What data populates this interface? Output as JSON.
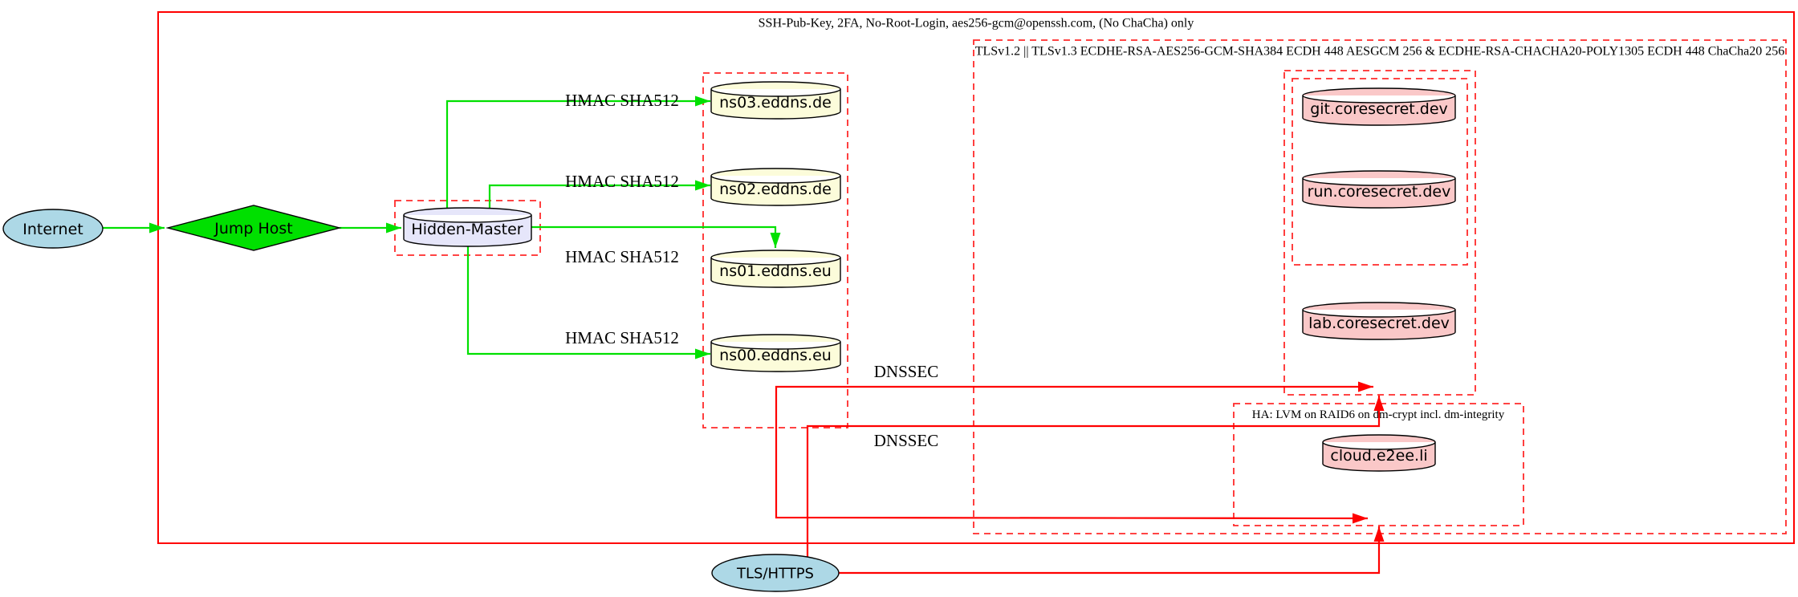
{
  "diagram": {
    "clusters": {
      "ssh": {
        "label": "SSH-Pub-Key, 2FA, No-Root-Login, aes256-gcm@openssh.com, (No ChaCha) only",
        "style": "solid-red"
      },
      "tls": {
        "label": "TLSv1.2 || TLSv1.3 ECDHE-RSA-AES256-GCM-SHA384 ECDH 448 AESGCM 256 & ECDHE-RSA-CHACHA20-POLY1305 ECDH 448 ChaCha20 256",
        "style": "dashed-red"
      },
      "ha": {
        "label": "HA: LVM on RAID6 on dm-crypt incl. dm-integrity",
        "style": "dashed-red"
      },
      "hidden_master_box": {
        "label": "",
        "style": "dashed-red"
      },
      "nameservers_box": {
        "label": "",
        "style": "dashed-red"
      },
      "coresecret_outer_box": {
        "label": "",
        "style": "dashed-red"
      },
      "coresecret_inner_box": {
        "label": "",
        "style": "dashed-red"
      }
    },
    "nodes": {
      "internet": {
        "label": "Internet",
        "shape": "ellipse",
        "fill": "#add8e6"
      },
      "jump_host": {
        "label": "Jump Host",
        "shape": "diamond",
        "fill": "#00e000"
      },
      "hidden_master": {
        "label": "Hidden-Master",
        "shape": "cylinder",
        "fill": "#e6e6fa"
      },
      "ns03": {
        "label": "ns03.eddns.de",
        "shape": "cylinder",
        "fill": "#fcfcda"
      },
      "ns02": {
        "label": "ns02.eddns.de",
        "shape": "cylinder",
        "fill": "#fcfcda"
      },
      "ns01": {
        "label": "ns01.eddns.eu",
        "shape": "cylinder",
        "fill": "#fcfcda"
      },
      "ns00": {
        "label": "ns00.eddns.eu",
        "shape": "cylinder",
        "fill": "#fcfcda"
      },
      "git": {
        "label": "git.coresecret.dev",
        "shape": "cylinder",
        "fill": "#fac8c8"
      },
      "run": {
        "label": "run.coresecret.dev",
        "shape": "cylinder",
        "fill": "#fac8c8"
      },
      "lab": {
        "label": "lab.coresecret.dev",
        "shape": "cylinder",
        "fill": "#fac8c8"
      },
      "cloud": {
        "label": "cloud.e2ee.li",
        "shape": "cylinder",
        "fill": "#fac8c8"
      },
      "tls_https": {
        "label": "TLS/HTTPS",
        "shape": "ellipse",
        "fill": "#add8e6"
      }
    },
    "edge_labels": {
      "hmac_ns03": "HMAC SHA512",
      "hmac_ns02": "HMAC SHA512",
      "hmac_ns01": "HMAC SHA512",
      "hmac_ns00": "HMAC SHA512",
      "dnssec_coresecret": "DNSSEC",
      "dnssec_ha": "DNSSEC"
    },
    "edges": [
      {
        "from": "Internet",
        "to": "Jump Host",
        "color": "green"
      },
      {
        "from": "Jump Host",
        "to": "Hidden-Master",
        "color": "green"
      },
      {
        "from": "Hidden-Master",
        "to": "ns03.eddns.de",
        "label": "HMAC SHA512",
        "color": "green"
      },
      {
        "from": "Hidden-Master",
        "to": "ns02.eddns.de",
        "label": "HMAC SHA512",
        "color": "green"
      },
      {
        "from": "Hidden-Master",
        "to": "ns01.eddns.eu",
        "label": "HMAC SHA512",
        "color": "green"
      },
      {
        "from": "Hidden-Master",
        "to": "ns00.eddns.eu",
        "label": "HMAC SHA512",
        "color": "green"
      },
      {
        "from": "nameserver-cluster",
        "to": "coresecret-cluster",
        "label": "DNSSEC",
        "color": "red"
      },
      {
        "from": "nameserver-cluster",
        "to": "ha-cluster",
        "label": "DNSSEC",
        "color": "red"
      },
      {
        "from": "TLS/HTTPS",
        "to": "coresecret-cluster",
        "color": "red"
      },
      {
        "from": "TLS/HTTPS",
        "to": "ha-cluster",
        "color": "red"
      }
    ],
    "colors": {
      "secure_edge_green": "#00e000",
      "tls_edge_red": "#ff0000",
      "cluster_border_red": "#ff2a2a",
      "node_internet": "#add8e6",
      "node_jump_host": "#00e000",
      "node_hidden_master": "#e6e6fa",
      "node_nameserver": "#fcfcda",
      "node_service": "#fac8c8"
    }
  }
}
